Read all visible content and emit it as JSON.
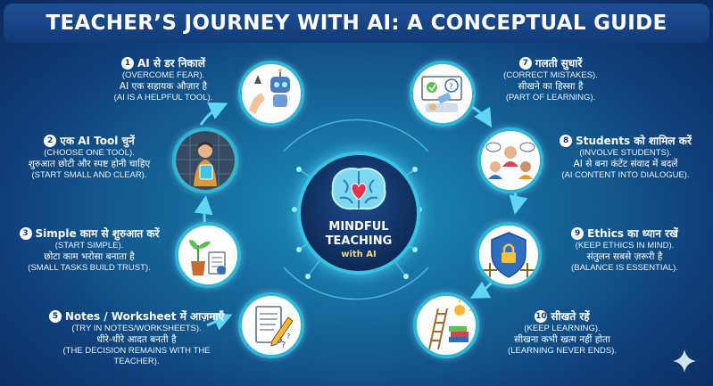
{
  "title": "TEACHER’S JOURNEY WITH AI: A CONCEPTUAL GUIDE",
  "center": {
    "line1": "MINDFUL",
    "line2": "TEACHING",
    "line3": "with AI"
  },
  "steps": [
    {
      "num": "1",
      "heading": "AI से डर निकालें",
      "lines": [
        "(OVERCOME FEAR).",
        "AI एक सहायक औज़ार है",
        "(AI IS A HELPFUL TOOL)."
      ]
    },
    {
      "num": "2",
      "heading": "एक AI Tool चुनें",
      "lines": [
        "(CHOOSE ONE TOOL).",
        "शुरुआत छोटी और स्पष्ट होनी चाहिए",
        "(START SMALL AND CLEAR)."
      ]
    },
    {
      "num": "3",
      "heading": "Simple काम से शुरुआत करें",
      "lines": [
        "(START SIMPLE).",
        "छोटा काम भरोसा बनाता है",
        "(SMALL TASKS BUILD TRUST)."
      ]
    },
    {
      "num": "5",
      "heading": "Notes / Worksheet में आज़माएँ",
      "lines": [
        "(TRY IN NOTES/WORKSHEETS).",
        "धीरे-धीरे आदत बनती है",
        "(THE DECISION REMAINS WITH THE",
        "TEACHER)."
      ]
    },
    {
      "num": "7",
      "heading": "गलती सुधारें",
      "lines": [
        "(CORRECT MISTAKES).",
        "सीखने का हिस्सा है",
        "(PART OF LEARNING)."
      ]
    },
    {
      "num": "8",
      "heading": "Students को शामिल करें",
      "lines": [
        "(INVOLVE STUDENTS).",
        "AI से बना कंटेंट संवाद में बदलें",
        "(AI CONTENT INTO DIALOGUE)."
      ]
    },
    {
      "num": "9",
      "heading": "Ethics का ध्यान रखें",
      "lines": [
        "(KEEP ETHICS IN MIND).",
        "संतुलन सबसे ज़रूरी है",
        "(BALANCE IS ESSENTIAL)."
      ]
    },
    {
      "num": "10",
      "heading": "सीखते रहें",
      "lines": [
        "(KEEP LEARNING).",
        "सीखना कभी खत्म नहीं होता",
        "(LEARNING NEVER ENDS)."
      ]
    }
  ],
  "icons": [
    "robot-hand-icon",
    "tablet-teacher-icon",
    "plant-document-icon",
    "worksheet-pencil-icon",
    "correction-icon",
    "students-dialogue-icon",
    "ethics-shield-icon",
    "ladder-books-icon",
    "brain-heart-icon",
    "sparkle-icon"
  ],
  "colors": {
    "accent": "#2fb6d6",
    "title_bg": "#123b78",
    "highlight": "#ffd36b"
  }
}
